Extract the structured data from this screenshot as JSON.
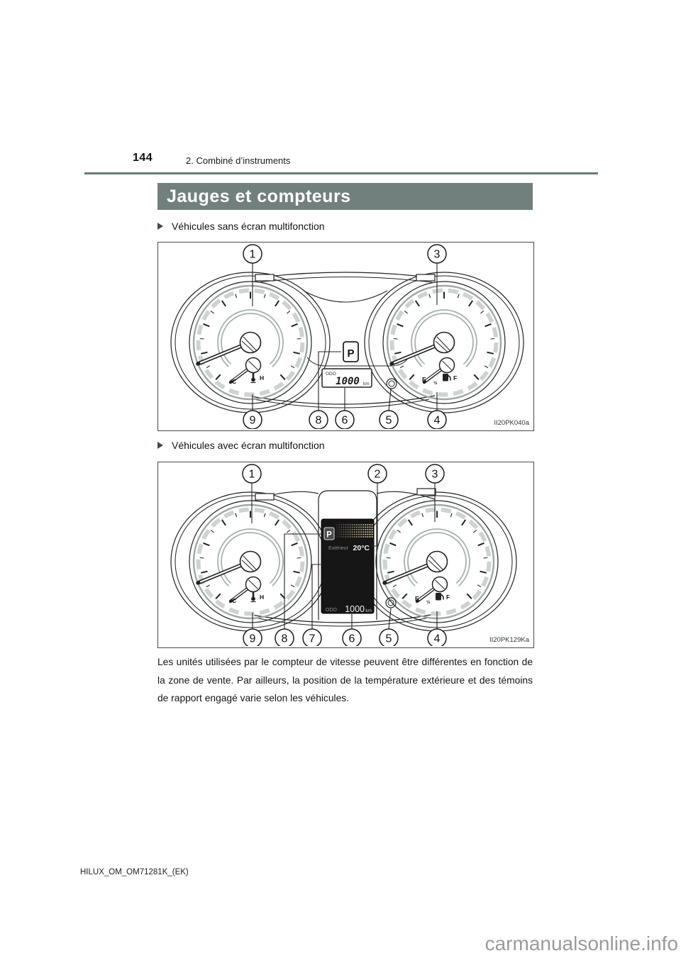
{
  "page": {
    "number": "144",
    "chapter": "2. Combiné d’instruments",
    "section_title": "Jauges et compteurs",
    "footer_code": "HILUX_OM_OM71281K_(EK)",
    "watermark": "carmanualsonline.info"
  },
  "colors": {
    "title_bar_bg": "#72807d",
    "header_rule": "#6b7b78",
    "watermark_gray": "#9b9b9b",
    "mfd_screen_bg": "#161616"
  },
  "sections": [
    {
      "heading": "Véhicules sans écran multifonction"
    },
    {
      "heading": "Véhicules avec écran multifonction"
    }
  ],
  "figure1": {
    "image_code": "II20PK040a",
    "callouts_top": [
      "1",
      "3"
    ],
    "callouts_bottom": [
      "9",
      "8",
      "6",
      "5",
      "4"
    ],
    "gear_indicator": "P",
    "odometer": {
      "label": "ODO",
      "value": "1000",
      "unit": "km"
    },
    "temp_gauge": {
      "cold": "C",
      "hot": "H"
    },
    "fuel_gauge": {
      "empty": "E",
      "half": "½",
      "full": "F"
    }
  },
  "figure2": {
    "image_code": "II20PK129Ka",
    "callouts_top": [
      "1",
      "2",
      "3"
    ],
    "callouts_bottom": [
      "9",
      "8",
      "7",
      "6",
      "5",
      "4"
    ],
    "display": {
      "gear_indicator": "P",
      "outside_label": "Extérieur",
      "outside_temp": "20°C",
      "odo_label": "ODO",
      "odo_value": "1000",
      "odo_unit": "km"
    },
    "temp_gauge": {
      "cold": "C",
      "hot": "H"
    },
    "fuel_gauge": {
      "empty": "E",
      "half": "½",
      "full": "F"
    }
  },
  "body_text": "Les unités utilisées par le compteur de vitesse peuvent être différentes en fonction de la zone de vente. Par ailleurs, la position de la température extérieure et des témoins de rapport engagé varie selon les véhicules."
}
